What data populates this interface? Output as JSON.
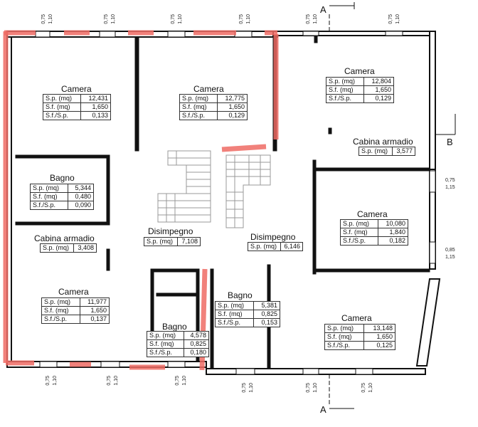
{
  "rooms": {
    "camera_tl": {
      "title": "Camera",
      "sp_label": "S.p. (mq)",
      "sp": "12,431",
      "sf_label": "S.f.  (mq)",
      "sf": "1,650",
      "ratio_label": "S.f./S.p.",
      "ratio": "0,133"
    },
    "camera_tc": {
      "title": "Camera",
      "sp_label": "S.p. (mq)",
      "sp": "12,775",
      "sf_label": "S.f.  (mq)",
      "sf": "1,650",
      "ratio_label": "S.f./S.p.",
      "ratio": "0,129"
    },
    "camera_tr": {
      "title": "Camera",
      "sp_label": "S.p. (mq)",
      "sp": "12,804",
      "sf_label": "S.f.  (mq)",
      "sf": "1,650",
      "ratio_label": "S.f./S.p.",
      "ratio": "0,129"
    },
    "cabina_r": {
      "title": "Cabina armadio",
      "sp_label": "S.p. (mq)",
      "sp": "3,577"
    },
    "bagno_l": {
      "title": "Bagno",
      "sp_label": "S.p. (mq)",
      "sp": "5,344",
      "sf_label": "S.f.  (mq)",
      "sf": "0,480",
      "ratio_label": "S.f./S.p.",
      "ratio": "0,090"
    },
    "camera_mr": {
      "title": "Camera",
      "sp_label": "S.p. (mq)",
      "sp": "10,080",
      "sf_label": "S.f.  (mq)",
      "sf": "1,840",
      "ratio_label": "S.f./S.p.",
      "ratio": "0,182"
    },
    "cabina_l": {
      "title": "Cabina armadio",
      "sp_label": "S.p. (mq)",
      "sp": "3,408"
    },
    "disimpegno_l": {
      "title": "Disimpegno",
      "sp_label": "S.p. (mq)",
      "sp": "7,108"
    },
    "disimpegno_r": {
      "title": "Disimpegno",
      "sp_label": "S.p. (mq)",
      "sp": "6,146"
    },
    "camera_bl": {
      "title": "Camera",
      "sp_label": "S.p. (mq)",
      "sp": "11,977",
      "sf_label": "S.f.  (mq)",
      "sf": "1,650",
      "ratio_label": "S.f./S.p.",
      "ratio": "0,137"
    },
    "bagno_c": {
      "title": "Bagno",
      "sp_label": "S.p. (mq)",
      "sp": "5,381",
      "sf_label": "S.f.  (mq)",
      "sf": "0,825",
      "ratio_label": "S.f./S.p.",
      "ratio": "0,153"
    },
    "bagno_b": {
      "title": "Bagno",
      "sp_label": "S.p. (mq)",
      "sp": "4,578",
      "sf_label": "S.f.  (mq)",
      "sf": "0,825",
      "ratio_label": "S.f./S.p.",
      "ratio": "0,180"
    },
    "camera_br": {
      "title": "Camera",
      "sp_label": "S.p. (mq)",
      "sp": "13,148",
      "sf_label": "S.f.  (mq)",
      "sf": "1,650",
      "ratio_label": "S.f./S.p.",
      "ratio": "0,125"
    }
  },
  "window_dims": {
    "sill": "0,75",
    "height": "1,10",
    "sill_r2": "0,85",
    "height_r": "1,15"
  },
  "section_marks": {
    "a": "A",
    "b": "B"
  },
  "colors": {
    "wall": "#111111",
    "highlight": "#ef6b64",
    "stairs": "#bbbbbb"
  }
}
